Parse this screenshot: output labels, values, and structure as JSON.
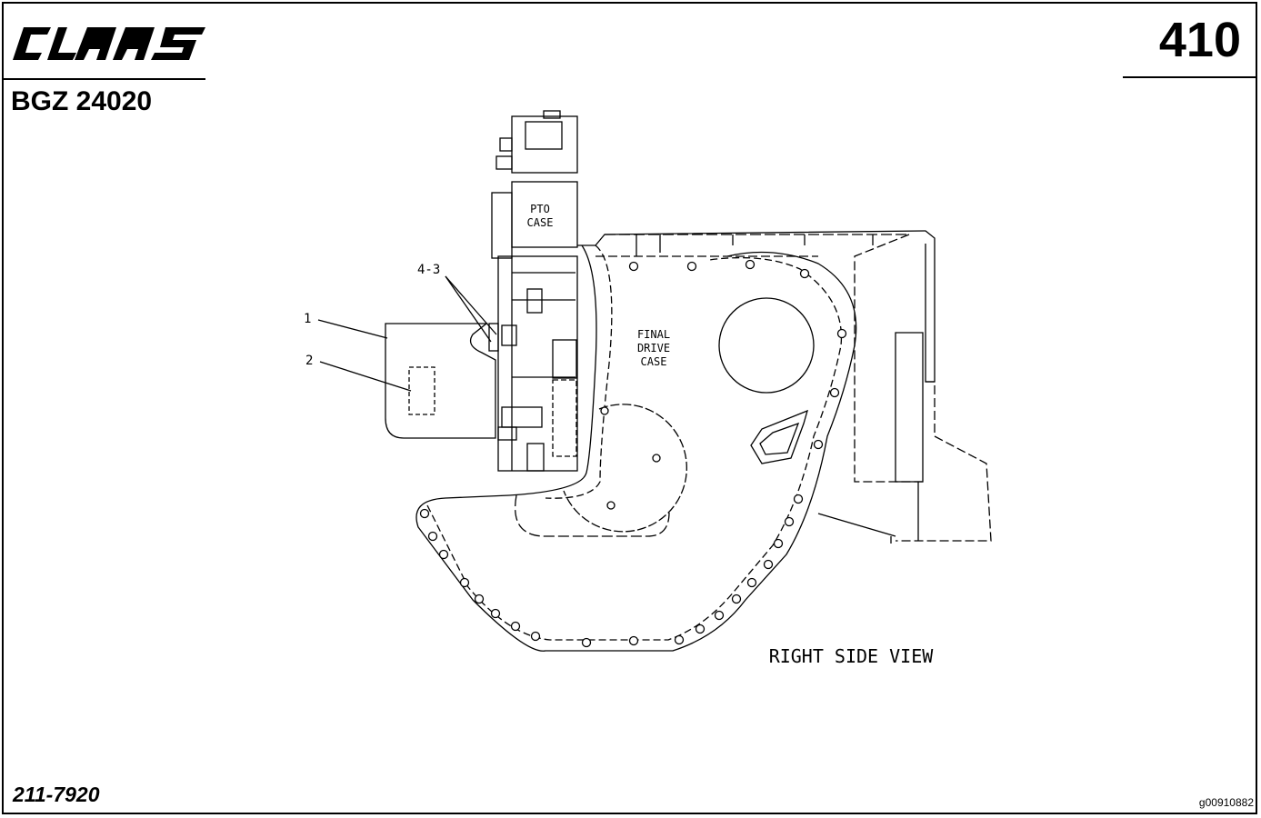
{
  "header": {
    "brand": "CLAAS",
    "page_number": "410",
    "doc_code": "BGZ 24020"
  },
  "drawing": {
    "labels": {
      "pto_case_line1": "PTO",
      "pto_case_line2": "CASE",
      "final_line1": "FINAL",
      "final_line2": "DRIVE",
      "final_line3": "CASE",
      "view_title": "RIGHT SIDE VIEW"
    },
    "callouts": [
      "1",
      "2",
      "4-3"
    ]
  },
  "footer": {
    "part_number": "211-7920",
    "image_code": "g00910882"
  }
}
